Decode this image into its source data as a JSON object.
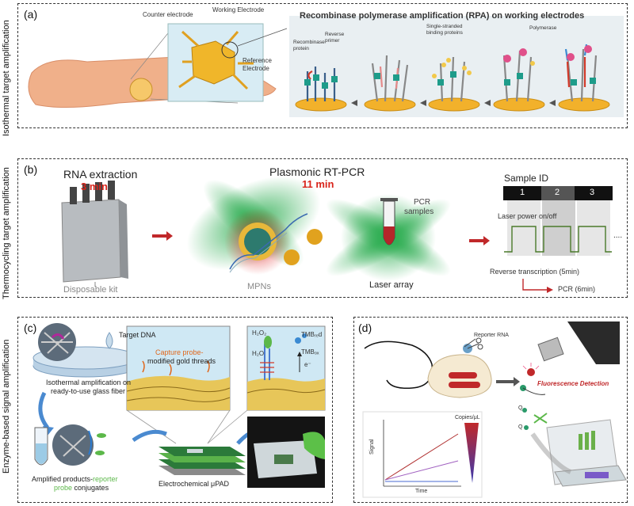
{
  "side_labels": {
    "a": "Isothermal target amplification",
    "b": "Thermocycling target amplification",
    "c": "Enzyme-based signal amplification"
  },
  "panel_a": {
    "label": "(a)",
    "rpa_title": "Recombinase polymerase amplification (RPA) on working electrodes",
    "counter_electrode": "Counter electrode",
    "working_electrode": "Working Electrode",
    "reference_electrode_1": "Reference",
    "reference_electrode_2": "Electrode",
    "recombinase_1": "Recombinase",
    "recombinase_2": "protein",
    "reverse_primer_1": "Reverse",
    "reverse_primer_2": "primer",
    "ssb_1": "Single-stranded",
    "ssb_2": "binding proteins",
    "polymerase": "Polymerase"
  },
  "panel_b": {
    "label": "(b)",
    "rna_extraction": "RNA extraction",
    "rna_time": "3 min",
    "plasmonic_title": "Plasmonic RT-PCR",
    "plasmonic_time": "11 min",
    "disposable_kit": "Disposable kit",
    "mpns": "MPNs",
    "pcr_samples_1": "PCR",
    "pcr_samples_2": "samples",
    "laser_array": "Laser array",
    "sample_id": "Sample ID",
    "sample_numbers": [
      "1",
      "2",
      "3"
    ],
    "laser_power": "Laser power on/off",
    "ellipsis": "....",
    "reverse_transcription": "Reverse transcription (5min)",
    "pcr_time": "PCR (6min)"
  },
  "panel_c": {
    "label": "(c)",
    "target_dna": "Target DNA",
    "iso_amp_1": "Isothermal amplification on",
    "iso_amp_2": "ready-to-use glass fiber",
    "capture_probe": "Capture probe-",
    "gold_threads": "modified gold threads",
    "h2o2": "H₂O₂",
    "h2o": "H₂O",
    "tmb_red": "TMBᵣₑd",
    "tmb_ox": "TMBₒₓ",
    "electron": "e⁻",
    "amplified_1": "Amplified products-",
    "amplified_2": "reporter",
    "amplified_3": "probe",
    "amplified_4": " conjugates",
    "electrochemical": "Electrochemical μPAD"
  },
  "panel_d": {
    "label": "(d)",
    "reporter_rna": "Reporter RNA",
    "fluorescence": "Fluorescence Detection",
    "signal_axis": "Signal",
    "time_axis": "Time",
    "copies": "Copies/μL",
    "q_label": "Q"
  },
  "colors": {
    "red_time": "#d9241b",
    "green_laser": "#2ea84f",
    "orange_label": "#e0671c",
    "gold": "#e8b22a"
  }
}
